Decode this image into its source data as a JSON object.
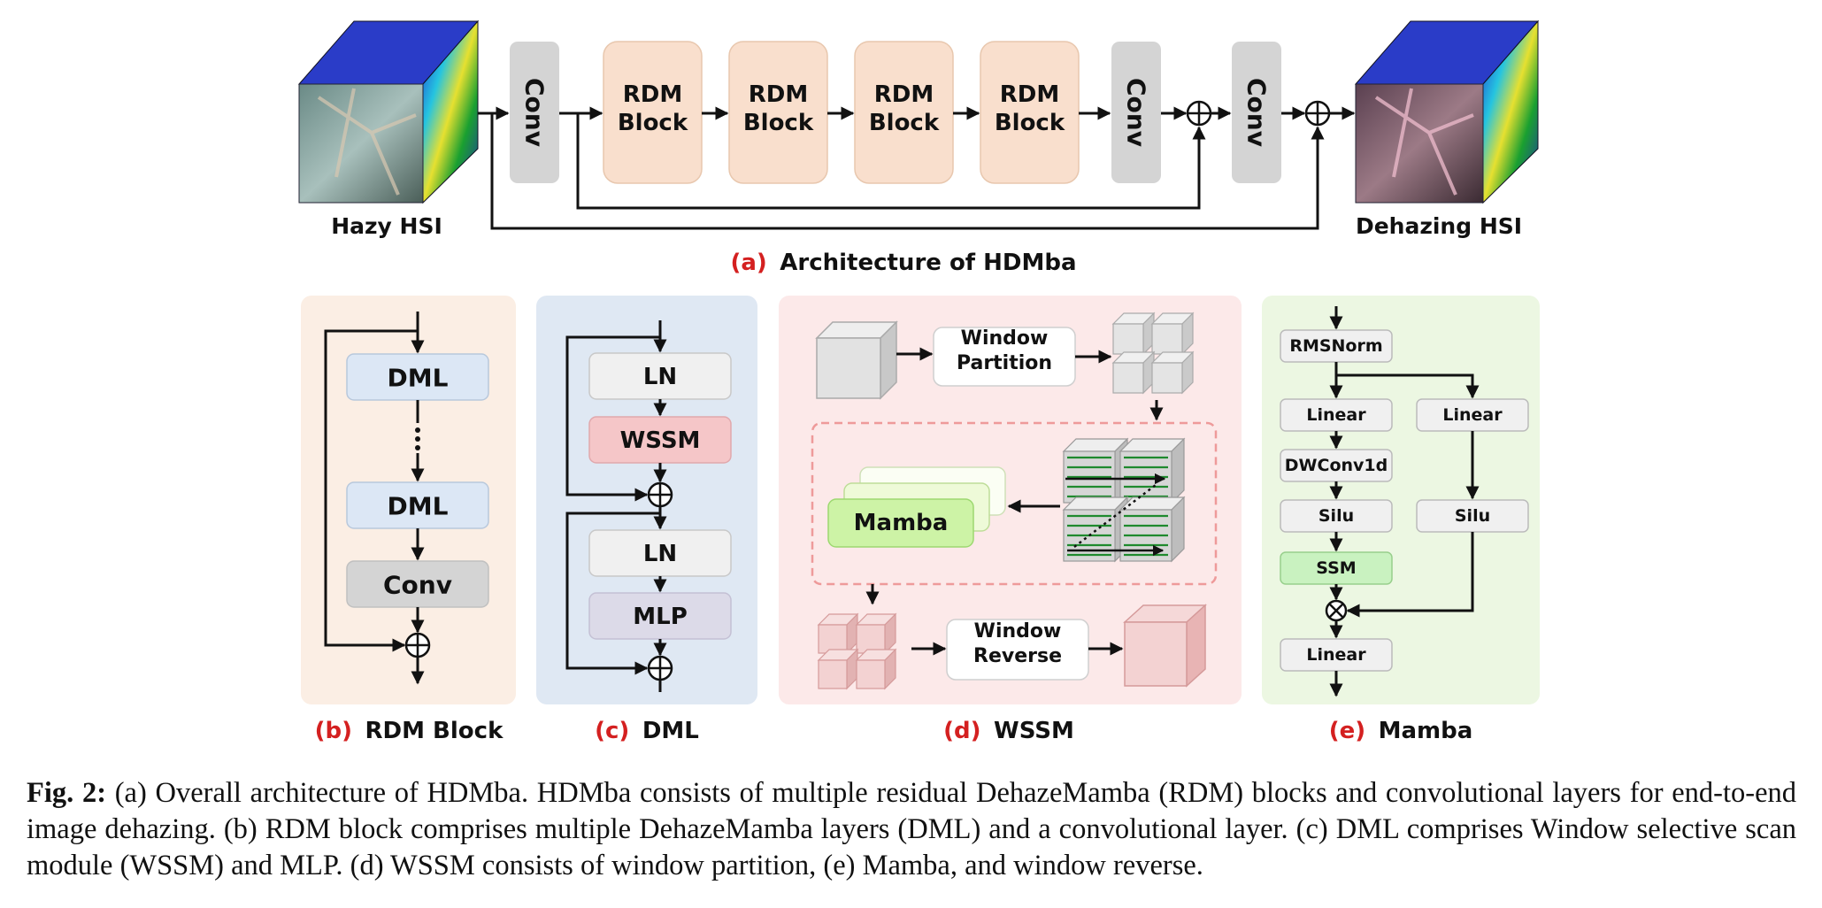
{
  "panel_a": {
    "input_label": "Hazy HSI",
    "output_label": "Dehazing HSI",
    "conv1": "Conv",
    "rdm_blocks": [
      "RDM\nBlock",
      "RDM\nBlock",
      "RDM\nBlock",
      "RDM\nBlock"
    ],
    "conv2": "Conv",
    "conv3": "Conv",
    "caption_tag": "(a)",
    "caption_text": "Architecture of HDMba"
  },
  "panel_b": {
    "items": [
      "DML",
      "DML",
      "Conv"
    ],
    "caption_tag": "(b)",
    "caption_text": "RDM Block"
  },
  "panel_c": {
    "items": [
      "LN",
      "WSSM",
      "LN",
      "MLP"
    ],
    "caption_tag": "(c)",
    "caption_text": "DML"
  },
  "panel_d": {
    "window_partition": "Window\nPartition",
    "mamba": "Mamba",
    "window_reverse": "Window\nReverse",
    "caption_tag": "(d)",
    "caption_text": "WSSM"
  },
  "panel_e": {
    "rmsnorm": "RMSNorm",
    "linear_left": "Linear",
    "linear_right": "Linear",
    "dwconv": "DWConv1d",
    "silu_left": "Silu",
    "silu_right": "Silu",
    "ssm": "SSM",
    "linear_out": "Linear",
    "caption_tag": "(e)",
    "caption_text": "Mamba"
  },
  "figure_caption": {
    "label": "Fig. 2:",
    "text": "(a) Overall architecture of HDMba. HDMba consists of multiple residual DehazeMamba (RDM) blocks and convolutional layers for end-to-end image dehazing. (b) RDM block comprises multiple DehazeMamba layers (DML) and a convolutional layer. (c) DML comprises Window selective scan module (WSSM) and MLP. (d) WSSM consists of window partition, (e) Mamba, and window reverse."
  }
}
